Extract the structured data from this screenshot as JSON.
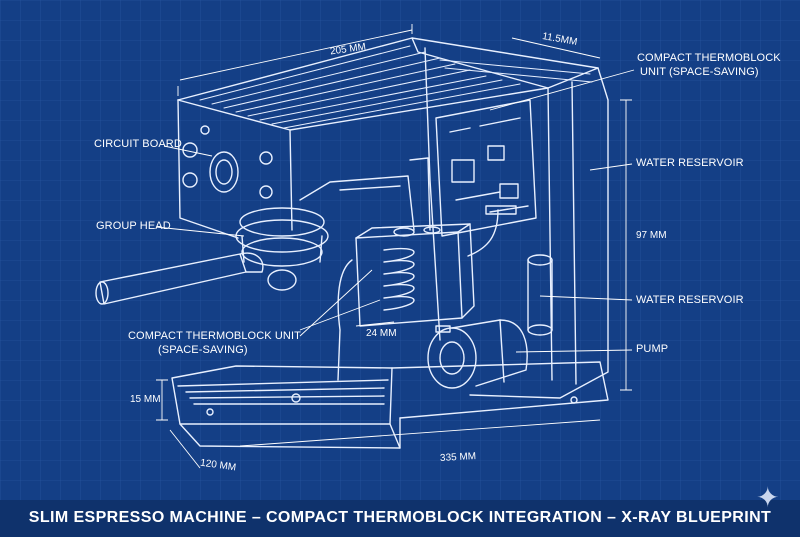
{
  "title": "SLIM ESPRESSO MACHINE – COMPACT THERMOBLOCK INTEGRATION – X-RAY BLUEPRINT",
  "callouts": {
    "circuit_board": "CIRCUIT BOARD",
    "group_head": "GROUP HEAD",
    "thermoblock_left_line1": "COMPACT THERMOBLOCK UNIT",
    "thermoblock_left_line2": "(SPACE-SAVING)",
    "thermoblock_top_line1": "COMPACT THERMOBLOCK",
    "thermoblock_top_line2": "UNIT (SPACE-SAVING)",
    "water_reservoir_upper": "WATER RESERVOIR",
    "water_reservoir_lower": "WATER RESERVOIR",
    "pump": "PUMP"
  },
  "dimensions": {
    "width_top": "205 MM",
    "depth_top": "11.5MM",
    "height_right": "97 MM",
    "thermoblock_width": "24 MM",
    "drip_tray_height": "15 MM",
    "depth_bottom": "120 MM",
    "width_bottom": "335 MM"
  },
  "colors": {
    "background": "#143f86",
    "line": "#e8f0ff",
    "title_bar": "#0f326c"
  },
  "icons": {
    "corner": "sparkle-icon"
  }
}
